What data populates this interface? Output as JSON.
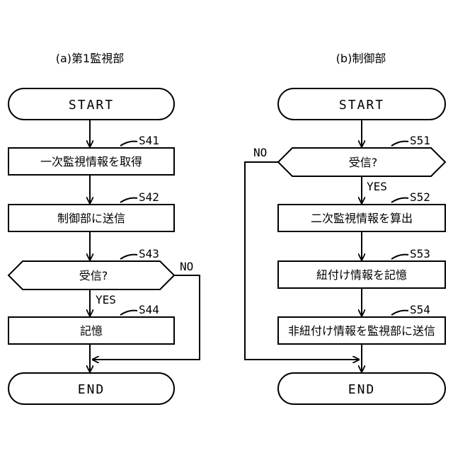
{
  "panel_a": {
    "title": "(a)第1監視部",
    "start": "START",
    "steps": [
      {
        "id": "S41",
        "text": "一次監視情報を取得"
      },
      {
        "id": "S42",
        "text": "制御部に送信"
      },
      {
        "id": "S43",
        "text": "受信?"
      },
      {
        "id": "S44",
        "text": "記憶"
      }
    ],
    "yes": "YES",
    "no": "NO",
    "end": "END"
  },
  "panel_b": {
    "title": "(b)制御部",
    "start": "START",
    "steps": [
      {
        "id": "S51",
        "text": "受信?"
      },
      {
        "id": "S52",
        "text": "二次監視情報を算出"
      },
      {
        "id": "S53",
        "text": "紐付け情報を記憶"
      },
      {
        "id": "S54",
        "text": "非紐付け情報を監視部に送信"
      }
    ],
    "yes": "YES",
    "no": "NO",
    "end": "END"
  }
}
